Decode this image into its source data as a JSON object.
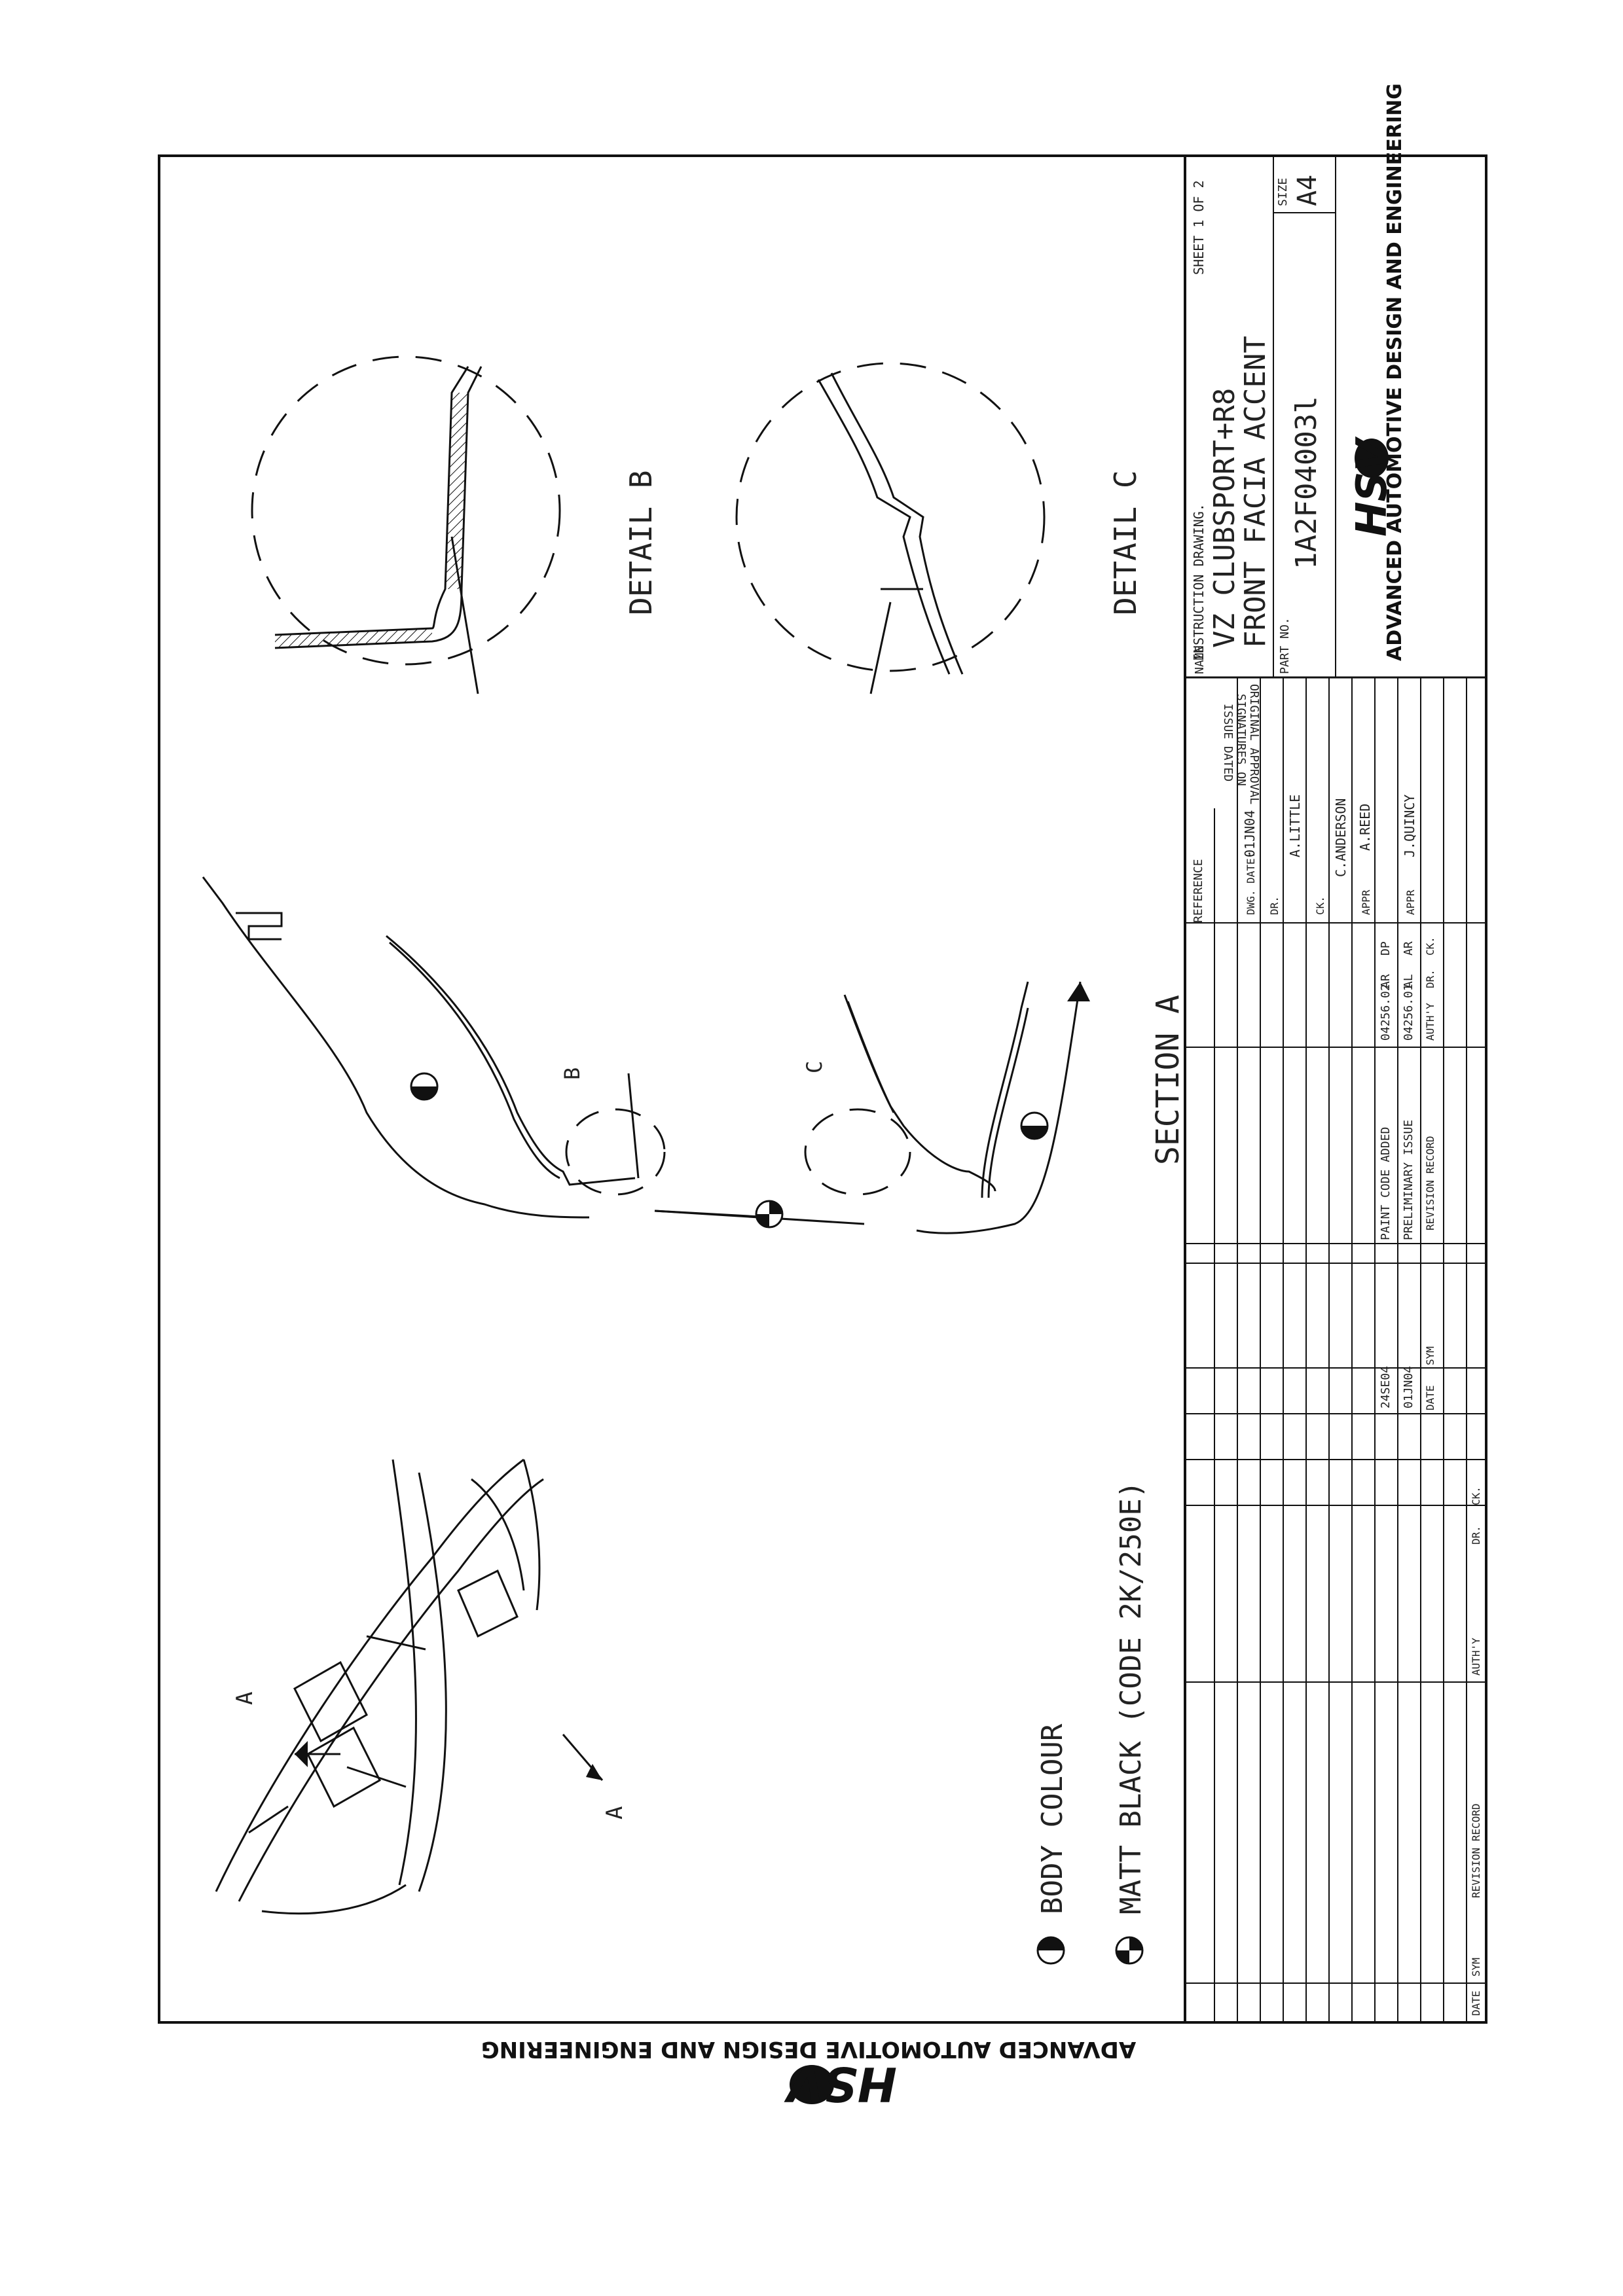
{
  "company": {
    "tagline": "ADVANCED AUTOMOTIVE DESIGN AND ENGINEERING",
    "logo_text": "HSV"
  },
  "legend": [
    {
      "label": "BODY COLOUR",
      "symbol": "half-filled-circle"
    },
    {
      "label": "MATT BLACK (CODE 2K/250E)",
      "symbol": "quartered-circle"
    }
  ],
  "views": {
    "section_title": "SECTION A",
    "section_marker": "A",
    "detail_b_title": "DETAIL B",
    "detail_c_title": "DETAIL C",
    "detail_b_marker": "B",
    "detail_c_marker": "C"
  },
  "title_block": {
    "sheet_type": "INSTRUCTION DRAWING.",
    "sheet_no": "SHEET 1 OF 2",
    "name_label": "NAME",
    "name_line1": "VZ CLUBSPORT+R8",
    "name_line2": "FRONT FACIA ACCENT",
    "part_no_label": "PART NO.",
    "part_no": "1A2F04003l",
    "size_label": "SIZE",
    "size": "A4"
  },
  "reference": {
    "label": "REFERENCE",
    "dwg_date_label": "DWG. DATE:",
    "dwg_date": "01JN04",
    "dr_label": "DR.",
    "dr": "A.LITTLE",
    "ck_label": "CK.",
    "ck": "C.ANDERSON",
    "appr1_label": "APPR",
    "appr1": "A.REED",
    "appr2_label": "APPR",
    "appr2": "J.QUINCY",
    "approval_note_line1": "ORIGINAL APPROVAL",
    "approval_note_line2": "SIGNATURES ON",
    "approval_note_line3": "ISSUE DATED"
  },
  "revisions": [
    {
      "date": "24SE04",
      "description": "PAINT CODE ADDED",
      "auth": "04256.02",
      "dr": "AR",
      "ck": "DP"
    },
    {
      "date": "01JN04",
      "description": "PRELIMINARY ISSUE",
      "auth": "04256.01",
      "dr": "AL",
      "ck": "AR"
    }
  ],
  "revision_headers": {
    "date": "DATE",
    "sym": "SYM",
    "record": "REVISION RECORD",
    "auth": "AUTH'Y",
    "dr": "DR.",
    "ck": "CK."
  }
}
